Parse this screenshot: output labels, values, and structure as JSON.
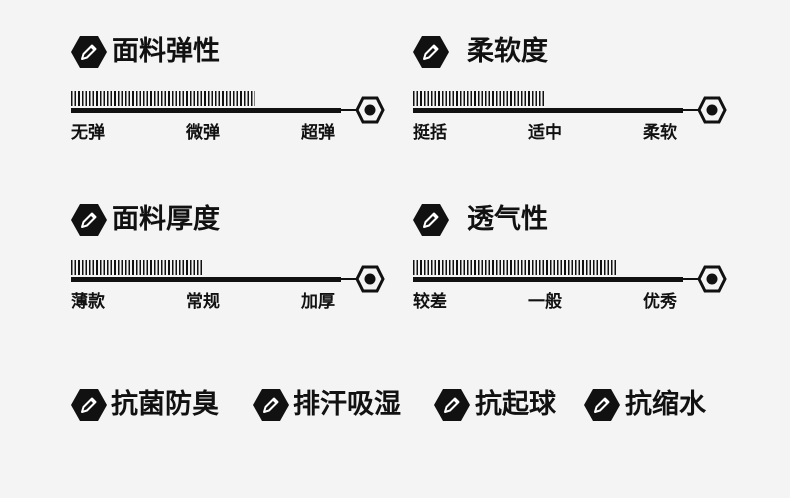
{
  "scales": [
    {
      "title": "面料弹性",
      "level": 0.68,
      "labels": [
        "无弹",
        "微弹",
        "超弹"
      ]
    },
    {
      "title": "柔软度",
      "level": 0.49,
      "labels": [
        "挺括",
        "适中",
        "柔软"
      ]
    },
    {
      "title": "面料厚度",
      "level": 0.49,
      "labels": [
        "薄款",
        "常规",
        "加厚"
      ]
    },
    {
      "title": "透气性",
      "level": 0.75,
      "labels": [
        "较差",
        "一般",
        "优秀"
      ]
    }
  ],
  "tags": [
    {
      "label": "抗菌防臭"
    },
    {
      "label": "排汗吸湿"
    },
    {
      "label": "抗起球"
    },
    {
      "label": "抗缩水"
    }
  ],
  "icons": {
    "badge": "pencil-icon",
    "knob": "hex-nut-icon"
  },
  "colors": {
    "background": "#f4f4f4",
    "ink": "#111111"
  }
}
